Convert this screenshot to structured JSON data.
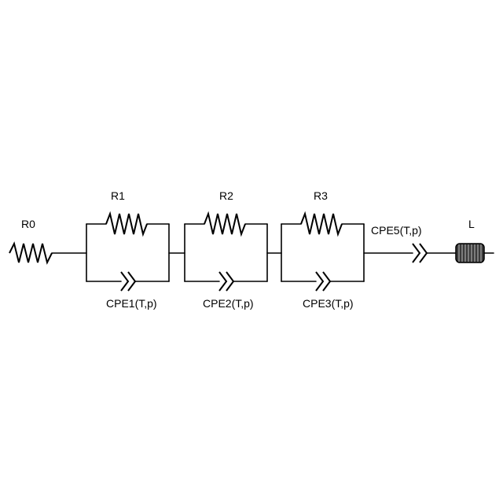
{
  "circuit": {
    "labels": {
      "R0": "R0",
      "R1": "R1",
      "R2": "R2",
      "R3": "R3",
      "CPE1": "CPE1(T,p)",
      "CPE2": "CPE2(T,p)",
      "CPE3": "CPE3(T,p)",
      "CPE5": "CPE5(T,p)",
      "L": "L"
    },
    "colors": {
      "line": "#000000",
      "background": "#ffffff"
    },
    "icons": [
      "resistor-icon",
      "constant-phase-element-icon",
      "inductor-icon"
    ]
  }
}
